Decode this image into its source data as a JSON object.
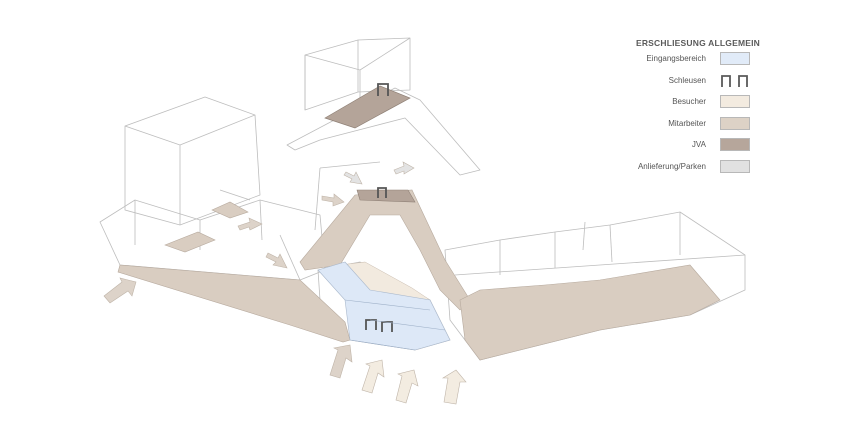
{
  "legend": {
    "title": "ERSCHLIESUNG ALLGEMEIN",
    "items": [
      {
        "label": "Eingangsbereich",
        "kind": "swatch",
        "color": "#e1ebf8"
      },
      {
        "label": "Schleusen",
        "kind": "gate-icon",
        "color": "#5a5a5a"
      },
      {
        "label": "Besucher",
        "kind": "swatch",
        "color": "#f3ebe0"
      },
      {
        "label": "Mitarbeiter",
        "kind": "swatch",
        "color": "#ddd2c6"
      },
      {
        "label": "JVA",
        "kind": "swatch",
        "color": "#b6a69b"
      },
      {
        "label": "Anlieferung/Parken",
        "kind": "swatch",
        "color": "#e1e1e1"
      }
    ]
  },
  "colors": {
    "line": "#b9b9b9",
    "mitarbeiter": "#d9cdc1",
    "besucher": "#f2eadf",
    "jva": "#b4a499",
    "eingang": "#dde8f7",
    "arrow_dark": "#ddd3c9",
    "arrow_light": "#f3ece1",
    "arrow_grey": "#e3e3e3"
  }
}
